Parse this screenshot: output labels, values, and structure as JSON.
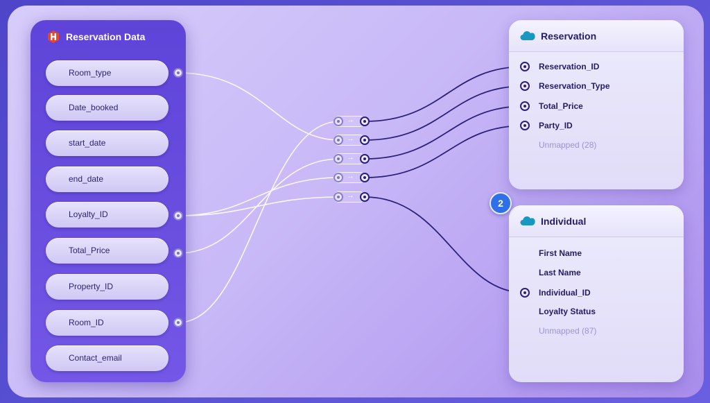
{
  "source": {
    "title": "Reservation Data",
    "logo_icon": "hexagon-logo-icon",
    "fields": [
      "Room_type",
      "Date_booked",
      "start_date",
      "end_date",
      "Loyalty_ID",
      "Total_Price",
      "Property_ID",
      "Room_ID",
      "Contact_email"
    ]
  },
  "targets": {
    "reservation": {
      "title": "Reservation",
      "icon": "salesforce-cloud-icon",
      "fields": [
        "Reservation_ID",
        "Reservation_Type",
        "Total_Price",
        "Party_ID"
      ],
      "unmapped": "Unmapped (28)"
    },
    "individual": {
      "title": "Individual",
      "icon": "salesforce-cloud-icon",
      "fields": [
        "First Name",
        "Last Name",
        "Individual_ID",
        "Loyalty Status"
      ],
      "unmapped": "Unmapped (87)"
    }
  },
  "step_badge": "2",
  "mappings": [
    {
      "from": "Room_type",
      "to": "Reservation_Type"
    },
    {
      "from": "Room_ID",
      "to": "Reservation_ID"
    },
    {
      "from": "Total_Price",
      "to": "Total_Price"
    },
    {
      "from": "Loyalty_ID",
      "to": "Party_ID"
    },
    {
      "from": "Loyalty_ID",
      "to": "Individual_ID"
    }
  ],
  "colors": {
    "accent": "#2f6fe8",
    "source_panel": "#6a4fe0",
    "wire_light": "#ffffff",
    "wire_dark": "#2b1f7a"
  }
}
